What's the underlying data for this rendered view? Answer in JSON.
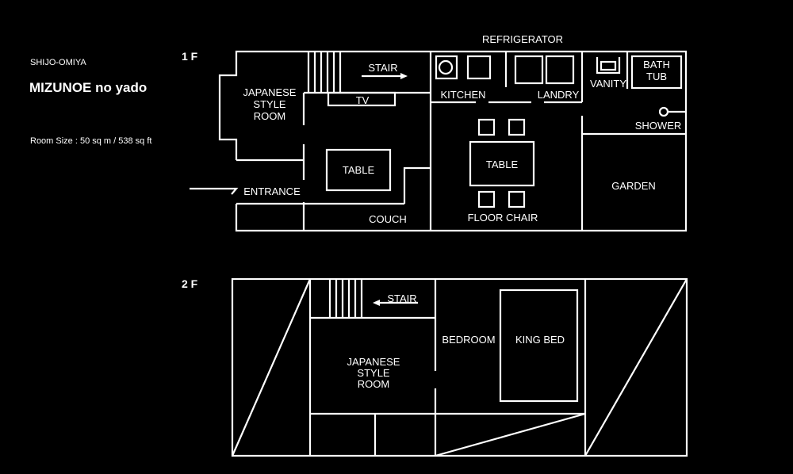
{
  "info": {
    "area": "SHIJO-OMIYA",
    "name": "MIZUNOE no yado",
    "room_size": "Room Size : 50 sq m  /  538 sq ft"
  },
  "floors": {
    "first": "1 F",
    "second": "2 F"
  },
  "labels_1f": {
    "japanese_line1": "JAPANESE",
    "japanese_line2": "STYLE",
    "japanese_line3": "ROOM",
    "stair": "STAIR",
    "tv": "TV",
    "table_living": "TABLE",
    "entrance": "ENTRANCE",
    "couch": "COUCH",
    "refrigerator": "REFRIGERATOR",
    "kitchen": "KITCHEN",
    "landry": "LANDRY",
    "table_dining": "TABLE",
    "floor_chair": "FLOOR CHAIR",
    "vanity": "VANITY",
    "bath_line1": "BATH",
    "bath_line2": "TUB",
    "shower": "SHOWER",
    "garden": "GARDEN"
  },
  "labels_2f": {
    "stair": "STAIR",
    "japanese_line1": "JAPANESE",
    "japanese_line2": "STYLE",
    "japanese_line3": "ROOM",
    "bedroom": "BEDROOM",
    "king_bed": "KING BED"
  },
  "colors": {
    "background": "#000000",
    "lines": "#ffffff"
  }
}
